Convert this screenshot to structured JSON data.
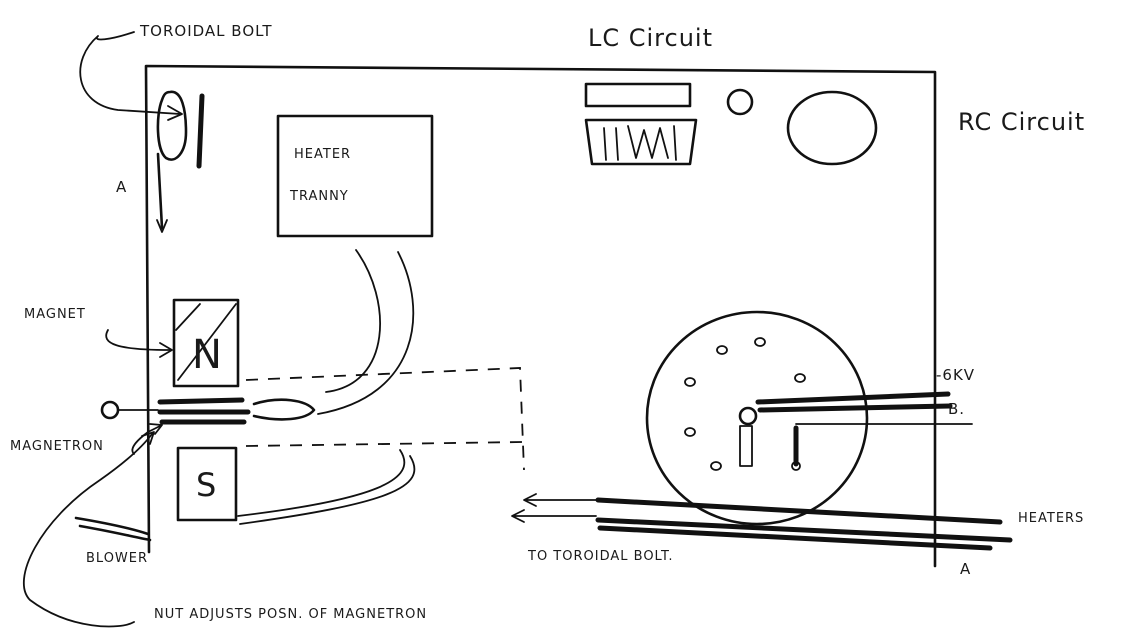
{
  "labels": {
    "toroidal_bolt_top": "TOROIDAL BOLT",
    "lc_circuit": "LC Circuit",
    "rc_circuit": "RC Circuit",
    "a_left": "A",
    "a_right": "A",
    "heater_tranny_line1": "HEATER",
    "heater_tranny_line2": "TRANNY",
    "magnet": "MAGNET",
    "magnet_north": "N",
    "magnet_south": "S",
    "magnetron": "MAGNETRON",
    "blower": "BLOWER",
    "to_toroidal_bolt": "TO TOROIDAL BOLT.",
    "nut_note": "NUT ADJUSTS POSN. OF MAGNETRON",
    "minus_6kv": "-6KV",
    "b": "B.",
    "heaters": "HEATERS"
  }
}
